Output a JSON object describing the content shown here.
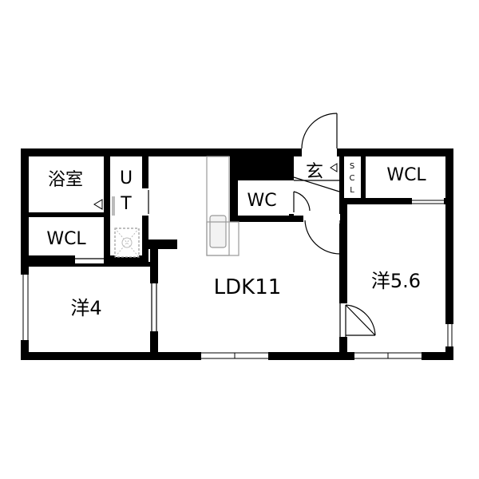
{
  "floorplan": {
    "rooms": {
      "bath": "浴室",
      "utility_u": "U",
      "utility_t": "T",
      "wcl_left": "WCL",
      "western_left": "洋4",
      "ldk": "LDK11",
      "wc": "WC",
      "entrance": "玄",
      "scl_s": "S",
      "scl_c": "C",
      "scl_l": "L",
      "wcl_right": "WCL",
      "western_right": "洋5.6"
    },
    "colors": {
      "wall": "#000000",
      "background": "#ffffff",
      "fixture_stroke": "#999999",
      "fixture_fill": "#f2f2f2"
    }
  }
}
